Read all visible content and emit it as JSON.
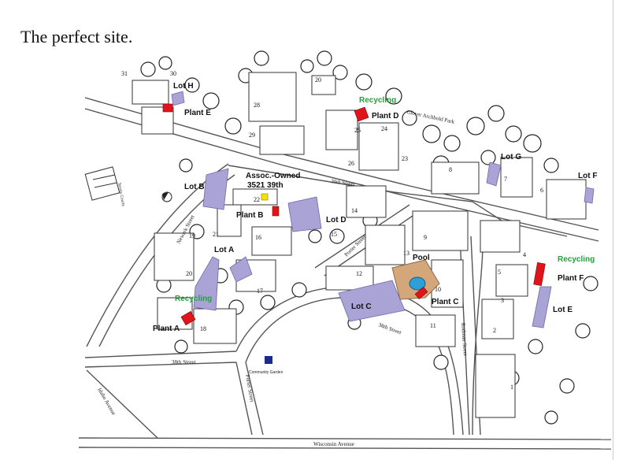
{
  "title": "The perfect site.",
  "colors": {
    "lot": "#a9a3d6",
    "plant": "#e0141b",
    "assoc": "#f2e400",
    "recycling": "#22a23a",
    "pool_deck": "#d4a77a",
    "pool_water": "#2e9fd8",
    "garden": "#1a2a8f",
    "road": "#555555",
    "tree": "#222222"
  },
  "labels": {
    "lots": [
      "Lot H",
      "Lot B",
      "Lot A",
      "Lot D",
      "Lot C",
      "Lot G",
      "Lot F",
      "Lot E"
    ],
    "plants": [
      "Plant E",
      "Plant D",
      "Plant B",
      "Plant A",
      "Plant C",
      "Plant F"
    ],
    "recycling": "Recycling",
    "assoc_line1": "Assoc.-Owned",
    "assoc_line2": "3521 39th",
    "pool": "Pool"
  },
  "streets": {
    "s30th": "30th Street",
    "s38th_left": "38th Street",
    "s38th_right": "38th Street",
    "porter_left": "Porter Street",
    "porter_center": "Porter Street",
    "newark": "Newark Street",
    "rodman": "Rodman Street",
    "wisconsin": "Wisconsin Avenue",
    "idaho": "Idaho Avenue",
    "glover": "Glover Archbold Park",
    "tennis": "Tennis Courts",
    "community_garden": "Community Garden"
  },
  "buildings": [
    "31",
    "30",
    "28",
    "20",
    "29",
    "26",
    "25",
    "24",
    "23",
    "8",
    "7",
    "6",
    "22",
    "21",
    "16",
    "19",
    "20",
    "17",
    "18",
    "15",
    "14",
    "13",
    "12",
    "11",
    "10",
    "9",
    "5",
    "4",
    "3",
    "2",
    "1"
  ]
}
